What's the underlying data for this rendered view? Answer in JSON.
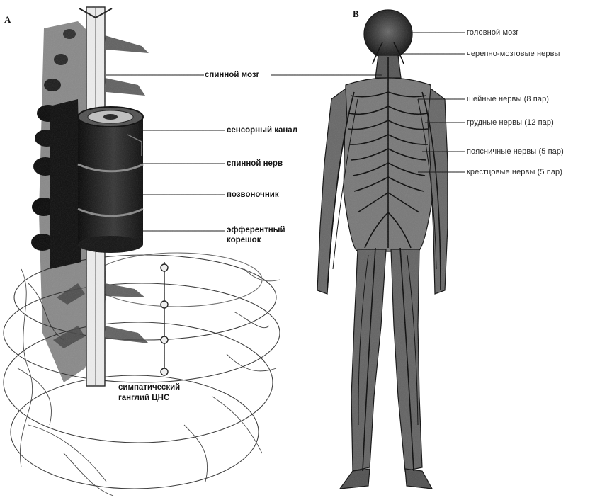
{
  "panels": {
    "a": {
      "letter": "А",
      "labels": {
        "spinal_cord": "спинной мозг",
        "sensory_canal": "сенсорный канал",
        "spinal_nerve": "спинной нерв",
        "vertebra": "позвоночник",
        "efferent_root_line1": "эфферентный",
        "efferent_root_line2": "корешок",
        "ganglion_line1": "симпатический",
        "ganglion_line2": "ганглий ЦНС"
      }
    },
    "b": {
      "letter": "В",
      "labels": {
        "brain": "головной мозг",
        "cranial_nerves": "черепно-мозговые нервы",
        "cervical_nerves": "шейные нервы (8 пар)",
        "thoracic_nerves": "грудные нервы (12 пар)",
        "lumbar_nerves": "поясничные нервы (5 пар)",
        "sacral_nerves": "крестцовые нервы (5 пар)"
      }
    }
  },
  "colors": {
    "ink": "#111111",
    "dark_fill": "#1c1c1c",
    "mid_fill": "#555555",
    "light_fill": "#9a9a9a",
    "background": "#ffffff"
  }
}
